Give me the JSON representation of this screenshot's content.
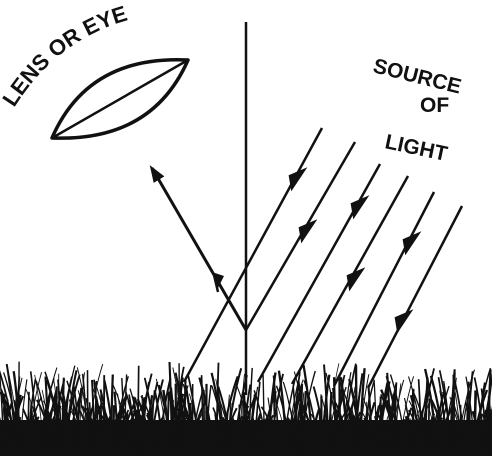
{
  "labels": {
    "lens": "LENS OR EYE",
    "source_line1": "SOURCE",
    "source_line2": "OF",
    "source_line3": "LIGHT"
  },
  "colors": {
    "ink": "#111111",
    "background": "#ffffff"
  }
}
